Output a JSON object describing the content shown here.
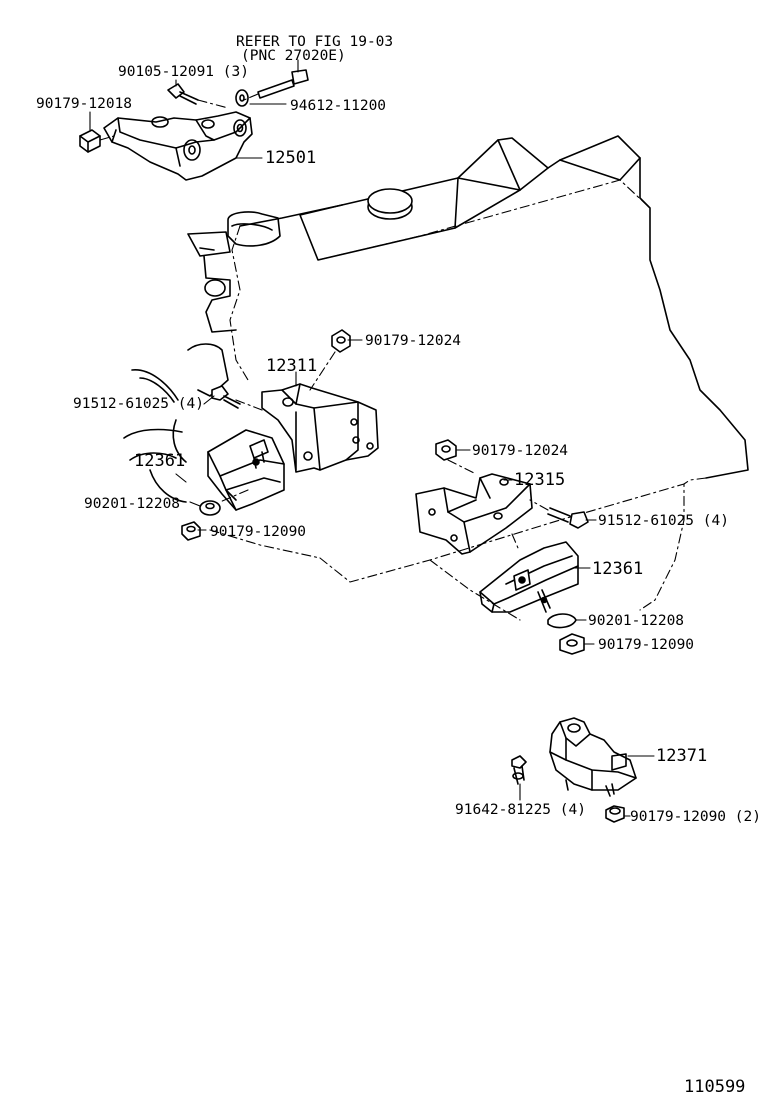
{
  "diagram": {
    "refer_line1": "REFER TO FIG 19-03",
    "refer_line2": "(PNC 27020E)",
    "figure_number": "110599",
    "callouts": [
      {
        "id": "c1",
        "text": "90105-12091 (3)"
      },
      {
        "id": "c2",
        "text": "90179-12018"
      },
      {
        "id": "c3",
        "text": "94612-11200"
      },
      {
        "id": "c4",
        "text": "12501"
      },
      {
        "id": "c5",
        "text": "90179-12024"
      },
      {
        "id": "c6",
        "text": "12311"
      },
      {
        "id": "c7",
        "text": "91512-61025 (4)"
      },
      {
        "id": "c8",
        "text": "12361"
      },
      {
        "id": "c9",
        "text": "90201-12208"
      },
      {
        "id": "c10",
        "text": "90179-12090"
      },
      {
        "id": "c11",
        "text": "90179-12024"
      },
      {
        "id": "c12",
        "text": "12315"
      },
      {
        "id": "c13",
        "text": "91512-61025 (4)"
      },
      {
        "id": "c14",
        "text": "12361"
      },
      {
        "id": "c15",
        "text": "90201-12208"
      },
      {
        "id": "c16",
        "text": "90179-12090"
      },
      {
        "id": "c17",
        "text": "12371"
      },
      {
        "id": "c18",
        "text": "91642-81225 (4)"
      },
      {
        "id": "c19",
        "text": "90179-12090 (2)"
      }
    ]
  }
}
